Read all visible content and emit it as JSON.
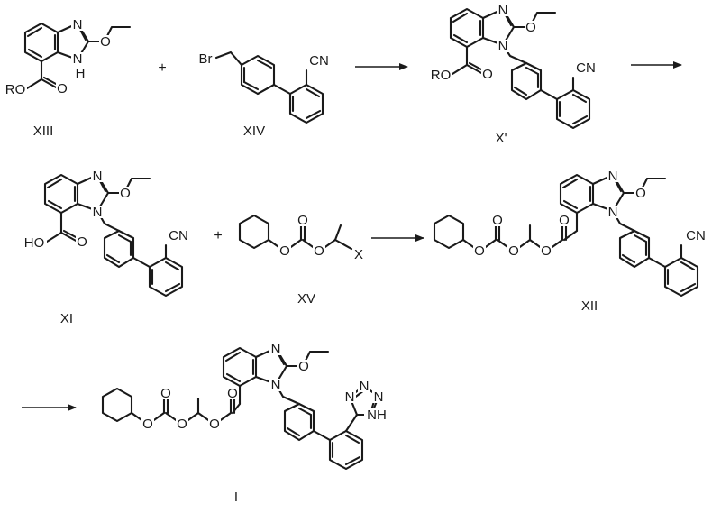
{
  "compounds": {
    "XIII": {
      "label": "XIII",
      "atoms": {
        "N1": "N",
        "NH": "N",
        "H": "H",
        "O_eth": "O",
        "O_carb": "O",
        "RO": "RO"
      }
    },
    "XIV": {
      "label": "XIV",
      "atoms": {
        "Br": "Br",
        "CN": "CN"
      }
    },
    "X_prime": {
      "label": "X'",
      "atoms": {
        "N1": "N",
        "N2": "N",
        "O_eth": "O",
        "O_carb": "O",
        "RO": "RO",
        "CN": "CN"
      }
    },
    "XI": {
      "label": "XI",
      "atoms": {
        "N1": "N",
        "N2": "N",
        "O_eth": "O",
        "O_carb": "O",
        "HO": "HO",
        "CN": "CN"
      }
    },
    "XV": {
      "label": "XV",
      "atoms": {
        "O1": "O",
        "O2": "O",
        "O3": "O",
        "X": "X"
      }
    },
    "XII": {
      "label": "XII",
      "atoms": {
        "N1": "N",
        "N2": "N",
        "O_eth": "O",
        "O_ester": "O",
        "O_a": "O",
        "O_b": "O",
        "O_c": "O",
        "O_d": "O",
        "CN": "CN"
      }
    },
    "I": {
      "label": "I",
      "atoms": {
        "N1": "N",
        "N2": "N",
        "O_eth": "O",
        "O_ester": "O",
        "O_a": "O",
        "O_b": "O",
        "O_c": "O",
        "O_d": "O",
        "tN1": "N",
        "tN2": "N",
        "tN3": "N",
        "tNH": "NH"
      }
    }
  },
  "operators": {
    "plus": "+"
  }
}
